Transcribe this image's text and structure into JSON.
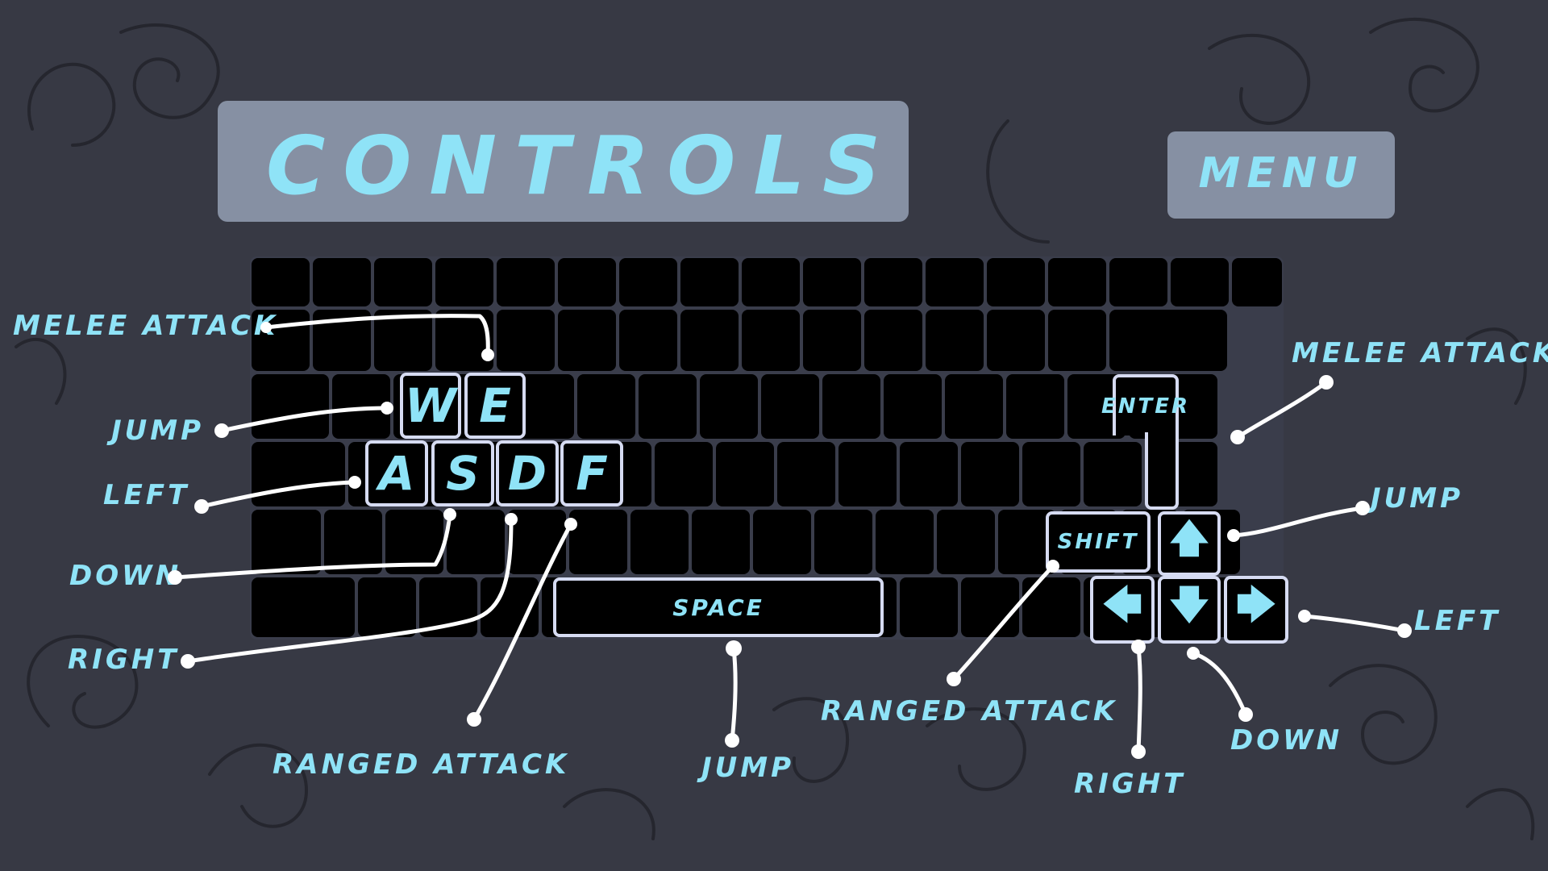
{
  "title": "CONTROLS",
  "menu_label": "MENU",
  "keys": {
    "w": "W",
    "e": "E",
    "a": "A",
    "s": "S",
    "d": "D",
    "f": "F",
    "enter": "ENTER",
    "shift": "SHIFT",
    "space": "SPACE",
    "up_icon": "arrow-up-icon",
    "down_icon": "arrow-down-icon",
    "left_icon": "arrow-left-icon",
    "right_icon": "arrow-right-icon"
  },
  "labels": {
    "melee_left": "MELEE ATTACK",
    "jump_left": "JUMP",
    "left_left": "LEFT",
    "down_left": "DOWN",
    "right_left": "RIGHT",
    "ranged_left": "RANGED ATTACK",
    "jump_space": "JUMP",
    "ranged_right": "RANGED ATTACK",
    "right_right": "RIGHT",
    "down_right": "DOWN",
    "left_right": "LEFT",
    "jump_right": "JUMP",
    "melee_right": "MELEE ATTACK"
  },
  "colors": {
    "background": "#373944",
    "panel": "#8690a3",
    "text": "#8fe3f7",
    "key": "#000000",
    "highlight_border": "#d6dbf2",
    "leader": "#ffffff"
  }
}
